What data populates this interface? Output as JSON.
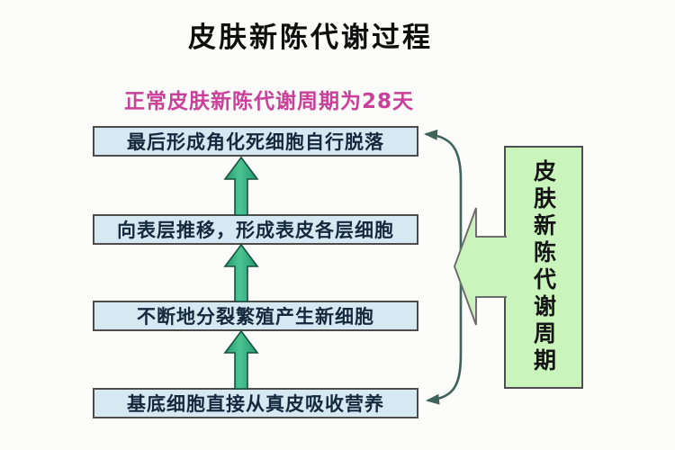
{
  "title": "皮肤新陈代谢过程",
  "subtitle": "正常皮肤新陈代谢周期为28天",
  "flow": {
    "direction": "bottom-to-top",
    "steps": [
      {
        "label": "最后形成角化死细胞自行脱落"
      },
      {
        "label": "向表层推移，形成表皮各层细胞"
      },
      {
        "label": "不断地分裂繁殖产生新细胞"
      },
      {
        "label": "基底细胞直接从真皮吸收营养"
      }
    ]
  },
  "cycle": {
    "label": "皮肤新陈代谢周期",
    "duration_text": "28天"
  },
  "icons": {
    "up_arrow": "block arrow pointing up between steps",
    "left_block_arrow": "block arrow pointing left from cycle box",
    "cycle_bracket_arrow": "curved double-headed arrow spanning first and last step"
  },
  "colors": {
    "background": "#fcfcfb",
    "title_text": "#0e0e0e",
    "subtitle_text": "#cb3f9a",
    "step_box_fill": "#d6e9f2",
    "step_box_border": "#4c4c4c",
    "step_text": "#15293e",
    "cycle_box_fill": "#c9f4bb",
    "cycle_box_border": "#4f4f4f",
    "up_arrow_fill": "#2aa87e",
    "up_arrow_outline": "#17503f",
    "curve_arrow": "#3e635a"
  }
}
